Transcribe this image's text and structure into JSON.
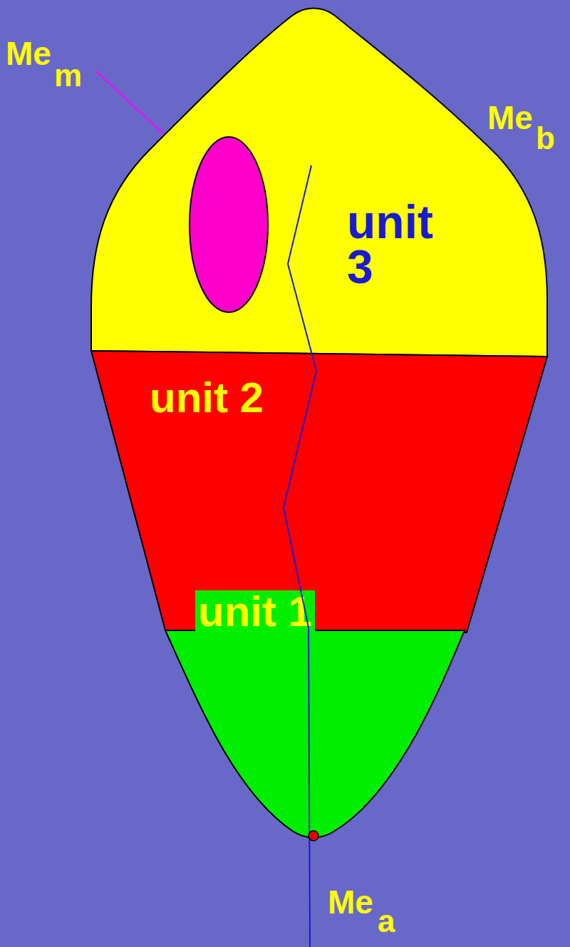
{
  "diagram": {
    "nodes": [
      {
        "text": [
          "unit 3"
        ]
      },
      {
        "text": [
          "unit 2"
        ]
      },
      {
        "text": [
          "unit 1"
        ]
      }
    ],
    "labels": [
      "Me",
      "m",
      "Me",
      "b",
      "Me",
      "a"
    ]
  }
}
